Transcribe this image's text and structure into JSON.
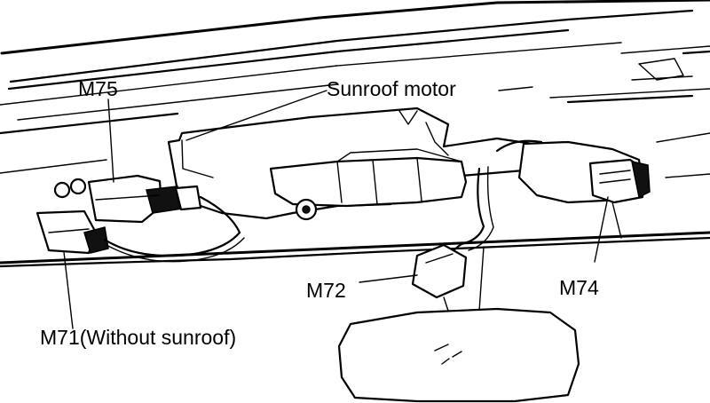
{
  "labels": {
    "m75": "M75",
    "sunroof_motor": "Sunroof motor",
    "m72": "M72",
    "m74": "M74",
    "m71": "M71(Without sunroof)"
  },
  "colors": {
    "line": "#000000",
    "background": "#ffffff"
  }
}
